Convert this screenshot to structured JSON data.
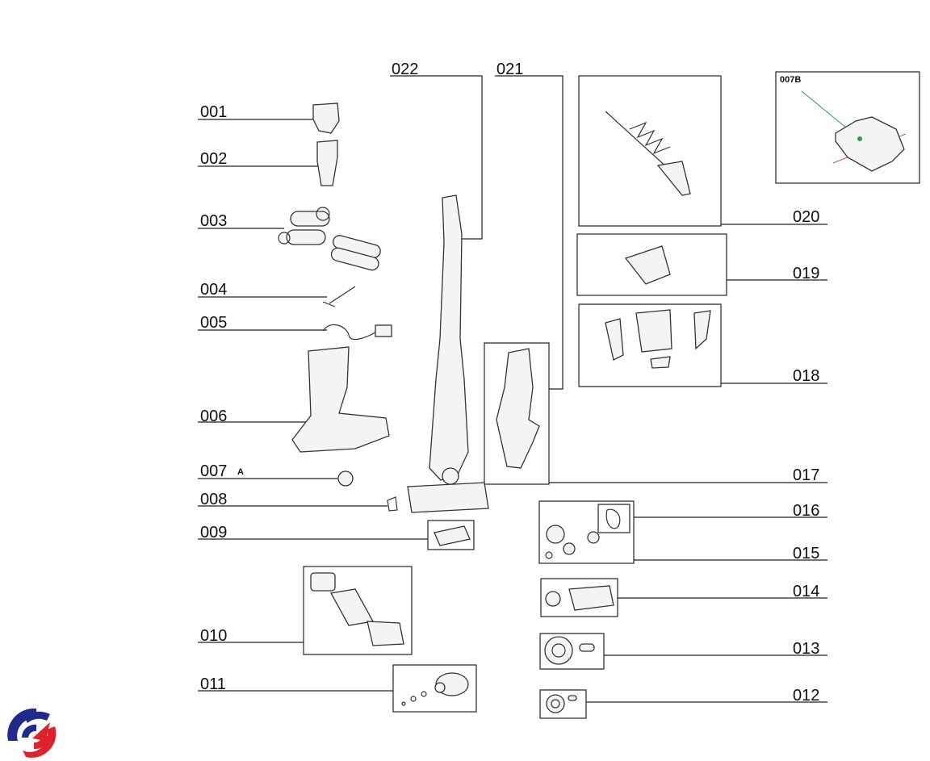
{
  "diagram": {
    "left_labels": [
      "001",
      "002",
      "003",
      "004",
      "005",
      "006",
      "007",
      "008",
      "009",
      "010",
      "011"
    ],
    "label_007_suffix": "A",
    "top_labels": [
      "022",
      "021"
    ],
    "right_labels": [
      "020",
      "019",
      "018",
      "017",
      "016",
      "015",
      "014",
      "013",
      "012"
    ],
    "inset_label": "007B"
  },
  "colors": {
    "logo_blue": "#1f2a8c",
    "logo_red": "#e0202a",
    "inset_green_line": "#2e9a52",
    "inset_red_line": "#d0506a"
  }
}
